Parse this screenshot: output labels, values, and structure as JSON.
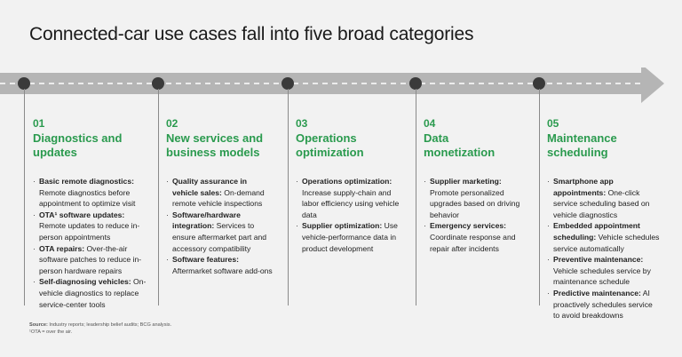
{
  "title": "Connected-car use cases fall into five broad categories",
  "accent_color": "#2a9a4e",
  "band_color": "#b5b5b5",
  "columns": [
    {
      "number": "01",
      "title_line1": "Diagnostics and",
      "title_line2": "updates",
      "items": [
        {
          "bold": "Basic remote diagnostics:",
          "text": " Remote diagnostics before appointment to optimize visit"
        },
        {
          "bold": "OTA¹ software updates:",
          "text": " Remote updates to reduce in-person appointments"
        },
        {
          "bold": "OTA repairs:",
          "text": " Over-the-air software patches to reduce in-person hardware repairs"
        },
        {
          "bold": "Self-diagnosing vehicles:",
          "text": " On-vehicle diagnostics to replace service-center tools"
        }
      ]
    },
    {
      "number": "02",
      "title_line1": "New services and",
      "title_line2": "business models",
      "items": [
        {
          "bold": "Quality assurance in vehicle sales:",
          "text": " On-demand remote vehicle inspections"
        },
        {
          "bold": "Software/hardware integration:",
          "text": " Services to ensure aftermarket part and accessory compatibility"
        },
        {
          "bold": "Software features:",
          "text": " Aftermarket software add-ons"
        }
      ]
    },
    {
      "number": "03",
      "title_line1": "Operations",
      "title_line2": "optimization",
      "items": [
        {
          "bold": "Operations optimization:",
          "text": " Increase supply-chain and labor efficiency using vehicle data"
        },
        {
          "bold": "Supplier optimization:",
          "text": " Use vehicle-performance data in product development"
        }
      ]
    },
    {
      "number": "04",
      "title_line1": "Data",
      "title_line2": "monetization",
      "items": [
        {
          "bold": "Supplier marketing:",
          "text": " Promote personalized upgrades based on driving behavior"
        },
        {
          "bold": "Emergency services:",
          "text": " Coordinate response and repair after incidents"
        }
      ]
    },
    {
      "number": "05",
      "title_line1": "Maintenance",
      "title_line2": "scheduling",
      "items": [
        {
          "bold": "Smartphone app appointments:",
          "text": " One-click service scheduling based on vehicle diagnostics"
        },
        {
          "bold": "Embedded appointment scheduling:",
          "text": " Vehicle schedules service automatically"
        },
        {
          "bold": "Preventive maintenance:",
          "text": " Vehicle schedules service by maintenance schedule"
        },
        {
          "bold": "Predictive maintenance:",
          "text": " AI proactively schedules service to avoid breakdowns"
        }
      ]
    }
  ],
  "source": {
    "label": "Source:",
    "text": " Industry reports; leadership belief audits; BCG analysis.",
    "footnote": "¹OTA = over the air."
  }
}
